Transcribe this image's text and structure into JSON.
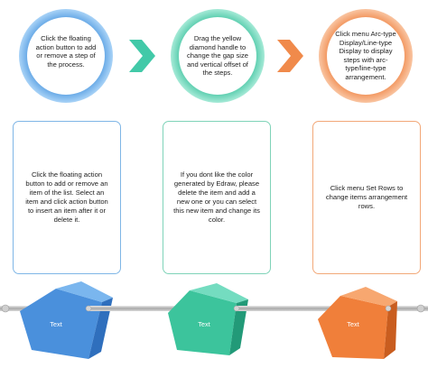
{
  "steps": [
    {
      "text": "Click the floating action button to add or remove a step of the process.",
      "color": "#5aa6e6"
    },
    {
      "text": "Drag the yellow diamond handle to change the gap size and vertical offset of the steps.",
      "color": "#4ec9a9"
    },
    {
      "text": "Click menu Arc-type Display/Line-type Display to display steps with arc-type/line-type arrangement.",
      "color": "#f0884a"
    }
  ],
  "cards": [
    {
      "text": "Click the floating action button to add or remove an item of the list. Select an item and click action button to insert an item after it or delete it.",
      "color": "#7fb6e6"
    },
    {
      "text": "If you dont like the color generated by Edraw, please delete the item and add a new one or you can select this new item and change its color.",
      "color": "#7fd3b8"
    },
    {
      "text": "Click menu Set Rows to change items arrangement rows.",
      "color": "#f2a878"
    }
  ],
  "cubes": [
    {
      "label": "Text",
      "color": "#4f95df"
    },
    {
      "label": "Text",
      "color": "#3fc39b"
    },
    {
      "label": "Text",
      "color": "#f07f3a"
    }
  ],
  "colors": {
    "rod": "#bfbfbf",
    "arrow_teal": "#42c9a8",
    "arrow_orange": "#f08a4b"
  }
}
